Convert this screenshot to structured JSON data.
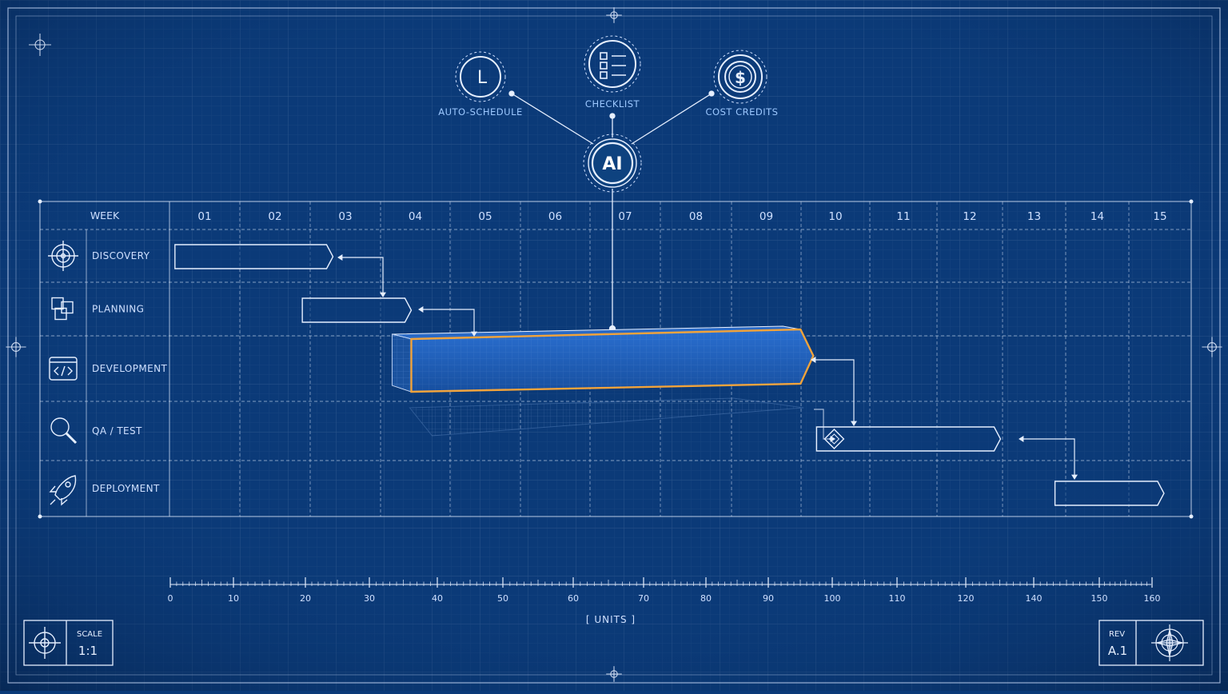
{
  "colors": {
    "background": "#0b3a78",
    "line": "#e6efff",
    "line_dim": "#7fa6dd",
    "label": "#cfe0ff",
    "accent_label": "#9cc8ff",
    "bar_fill": "#1f5fbf",
    "highlight": "#f2a33a"
  },
  "ai_hub": {
    "center_label": "AI",
    "features": [
      {
        "label": "AUTO-SCHEDULE",
        "icon": "clock-icon",
        "glyph": "L"
      },
      {
        "label": "CHECKLIST",
        "icon": "checklist-icon"
      },
      {
        "label": "COST CREDITS",
        "icon": "dollar-coin-icon",
        "glyph": "$"
      }
    ]
  },
  "gantt": {
    "header_label": "WEEK",
    "weeks": [
      "01",
      "02",
      "03",
      "04",
      "05",
      "06",
      "07",
      "08",
      "09",
      "10",
      "11",
      "12",
      "13",
      "14",
      "15"
    ],
    "phases": [
      {
        "label": "DISCOVERY",
        "icon": "target-icon"
      },
      {
        "label": "PLANNING",
        "icon": "blocks-icon"
      },
      {
        "label": "DEVELOPMENT",
        "icon": "code-icon"
      },
      {
        "label": "QA / TEST",
        "icon": "magnifier-icon"
      },
      {
        "label": "DEPLOYMENT",
        "icon": "rocket-icon"
      }
    ],
    "tasks": [
      {
        "phase": "DISCOVERY",
        "start": 0.08,
        "end": 2.4
      },
      {
        "phase": "PLANNING",
        "start": 1.95,
        "end": 3.55
      },
      {
        "phase": "DEVELOPMENT",
        "start": 3.55,
        "end": 9.1,
        "highlighted": true
      },
      {
        "phase": "QA / TEST",
        "start": 9.5,
        "end": 12.2,
        "milestone": true
      },
      {
        "phase": "DEPLOYMENT",
        "start": 13.0,
        "end": 14.6
      }
    ]
  },
  "ruler": {
    "ticks": [
      "0",
      "10",
      "20",
      "30",
      "40",
      "50",
      "60",
      "70",
      "80",
      "90",
      "100",
      "110",
      "120",
      "140",
      "150",
      "160"
    ],
    "unit_label": "[ UNITS ]"
  },
  "title_block_left": {
    "caption": "SCALE",
    "value": "1:1"
  },
  "title_block_right": {
    "caption": "REV",
    "value": "A.1"
  }
}
